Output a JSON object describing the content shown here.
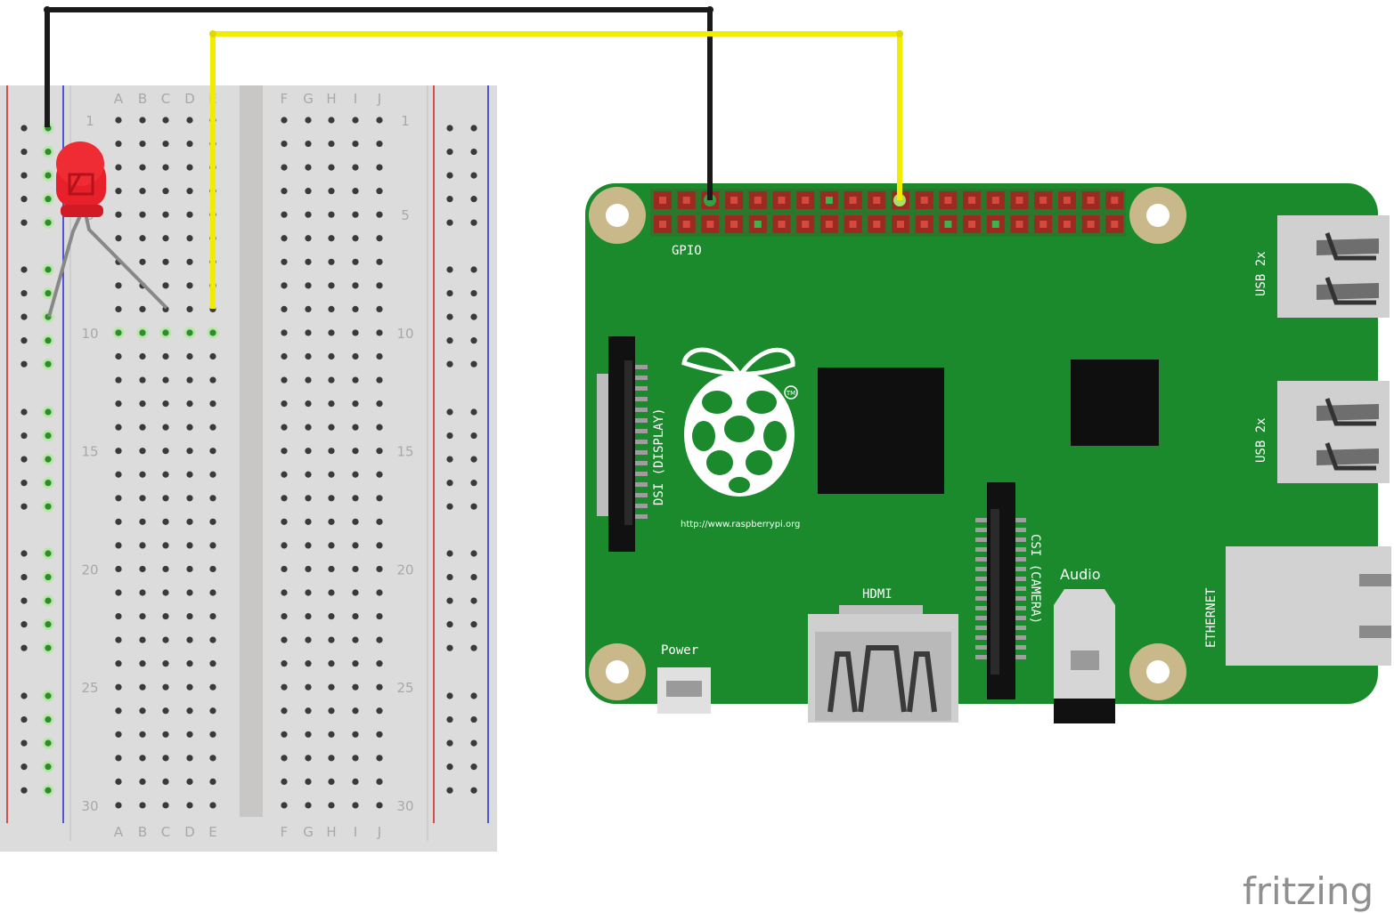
{
  "breadboard": {
    "columns_left": [
      "A",
      "B",
      "C",
      "D",
      "E"
    ],
    "columns_right": [
      "F",
      "G",
      "H",
      "I",
      "J"
    ],
    "row_numbers": [
      "1",
      "5",
      "10",
      "15",
      "20",
      "25",
      "30"
    ]
  },
  "pi": {
    "gpio_label": "GPIO",
    "dsi_label": "DSI (DISPLAY)",
    "csi_label": "CSI (CAMERA)",
    "hdmi_label": "HDMI",
    "audio_label": "Audio",
    "power_label": "Power",
    "ethernet_label": "ETHERNET",
    "usb_label_1": "USB 2x",
    "usb_label_2": "USB 2x",
    "url": "http://www.raspberrypi.org",
    "trademark": "TM"
  },
  "brand": {
    "logo_text": "fritzing"
  },
  "colors": {
    "board_green": "#1a8a2c",
    "breadboard": "#dcdcdc",
    "wire_black": "#1a1a1a",
    "wire_yellow": "#f2ec00",
    "led_red": "#e8202a",
    "rail_red": "#d21f1f",
    "rail_blue": "#2026d6",
    "mount_hole": "#c9b98a"
  }
}
